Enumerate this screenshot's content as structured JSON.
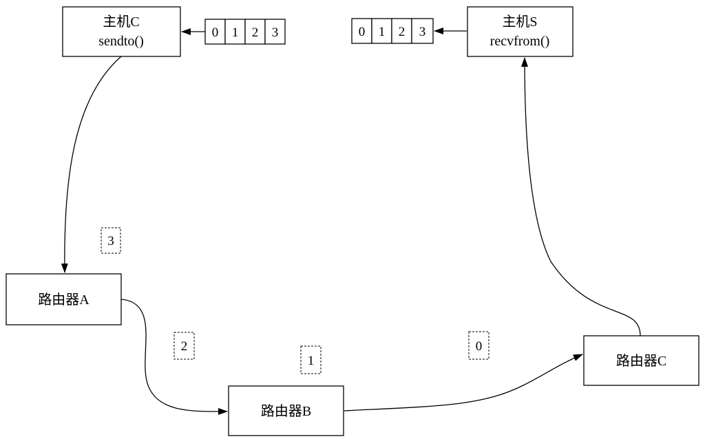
{
  "nodes": {
    "host_c": {
      "line1": "主机C",
      "line2": "sendto()"
    },
    "host_s": {
      "line1": "主机S",
      "line2": "recvfrom()"
    },
    "router_a": {
      "label": "路由器A"
    },
    "router_b": {
      "label": "路由器B"
    },
    "router_c": {
      "label": "路由器C"
    }
  },
  "queue_sent": [
    "0",
    "1",
    "2",
    "3"
  ],
  "queue_received": [
    "0",
    "1",
    "2",
    "3"
  ],
  "packets_in_transit": {
    "between_c_and_a": "3",
    "between_a_and_b": "2",
    "near_b": "1",
    "between_b_and_c": "0"
  }
}
